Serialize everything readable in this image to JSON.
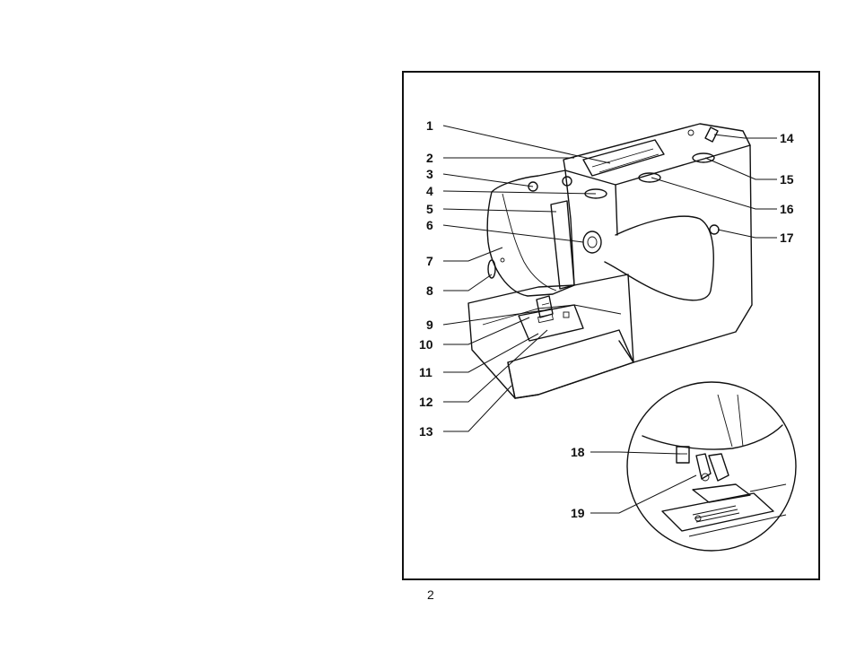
{
  "figure": {
    "title": "",
    "callouts": [
      "1",
      "2",
      "3",
      "4",
      "5",
      "6",
      "7",
      "8",
      "9",
      "10",
      "11",
      "12",
      "13",
      "14",
      "15",
      "16",
      "17",
      "18",
      "19"
    ],
    "callout_count": 19,
    "inset_detail": "presser foot and needle plate close-up",
    "line_color": "#111111"
  },
  "page": {
    "number": "2"
  }
}
